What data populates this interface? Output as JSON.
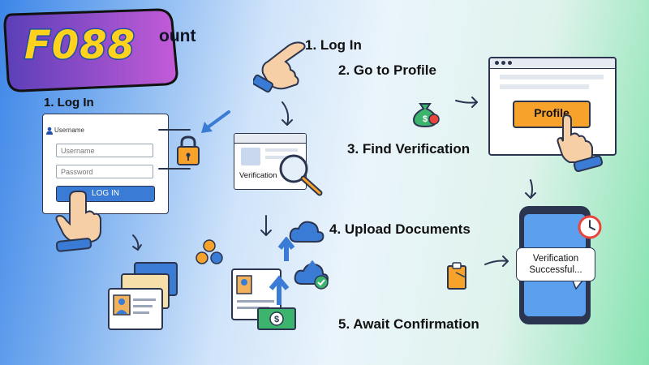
{
  "brand": {
    "logo_text": "F088",
    "header_fragment": "ount"
  },
  "steps": {
    "login_left": "1. Log In",
    "login_top": "1. Log In",
    "profile": "2. Go to Profile",
    "verification": "3. Find Verification",
    "upload": "4. Upload Documents",
    "confirm": "5. Await Confirmation"
  },
  "login_form": {
    "heading": "Username",
    "username_placeholder": "Username",
    "password_placeholder": "Password",
    "button": "LOG IN"
  },
  "verification_card": {
    "label": "Verification"
  },
  "profile_card": {
    "button": "Profile"
  },
  "phone": {
    "message_line1": "Verification",
    "message_line2": "Successful..."
  },
  "colors": {
    "accent_blue": "#3a7bd5",
    "profile_orange": "#f7a22a",
    "logo_yellow": "#ffd21e",
    "logo_purple": "#b455d6",
    "outline": "#2b3550"
  },
  "icons": [
    "hand-pointer-icon",
    "padlock-icon",
    "magnifier-icon",
    "cloud-upload-icon",
    "cloud-check-icon",
    "id-card-icon",
    "money-bag-icon",
    "flowchart-icon",
    "alarm-clock-icon",
    "clipboard-icon"
  ]
}
